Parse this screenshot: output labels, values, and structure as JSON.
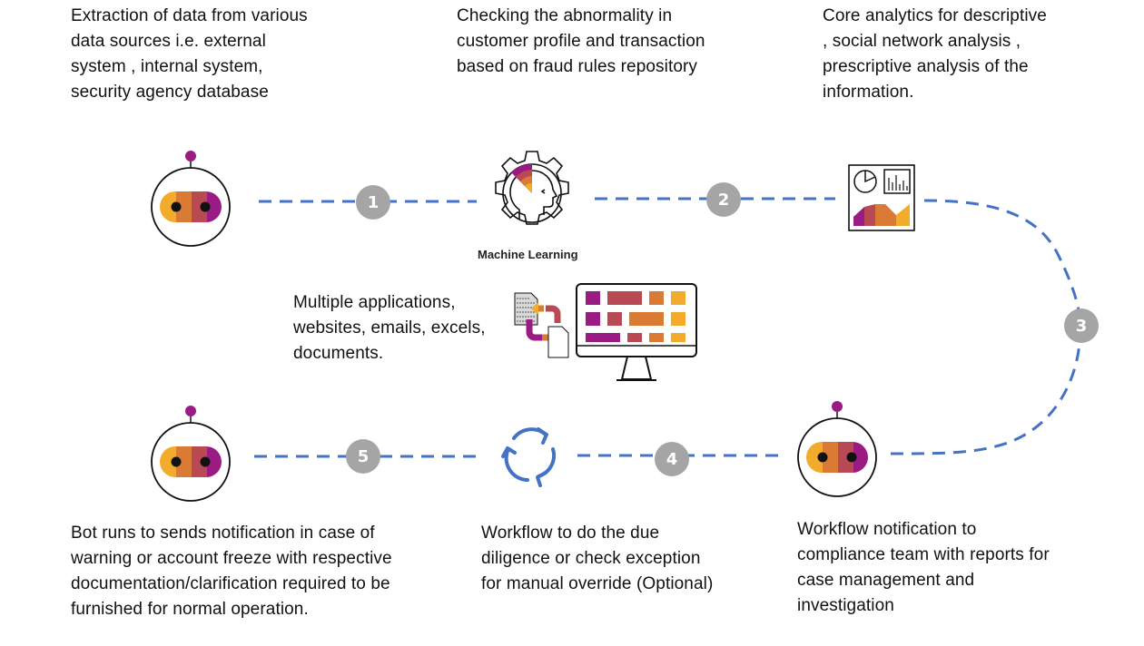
{
  "colors": {
    "connector": "#4472c4",
    "badge": "#a5a5a5",
    "purple": "#9b1b84",
    "crimson": "#b94a53",
    "orange": "#d97a35",
    "yellow": "#f2ab2b"
  },
  "steps": [
    {
      "number": "1",
      "text": "Extraction of data from various\ndata sources i.e. external\nsystem , internal system,\nsecurity agency database",
      "icon": "robot-icon"
    },
    {
      "number": "2",
      "text": "Checking the abnormality in\ncustomer profile and transaction\nbased on fraud rules repository",
      "icon": "machine-learning-icon",
      "icon_label": "Machine Learning"
    },
    {
      "number": "3",
      "text": "Core analytics for descriptive\n, social network analysis ,\nprescriptive analysis of the\ninformation.",
      "icon": "analytics-report-icon"
    },
    {
      "number": "4",
      "text": "Workflow notification to\ncompliance team with reports for\ncase management and\ninvestigation",
      "icon": "robot-icon"
    },
    {
      "number": "5",
      "text": "Workflow to do the due\ndiligence or check exception\nfor manual override (Optional)",
      "icon": "refresh-cycle-icon"
    },
    {
      "text": "Bot runs to sends notification in case of\nwarning or account freeze with respective\ndocumentation/clarification required to be\nfurnished for normal operation.",
      "icon": "robot-icon"
    }
  ],
  "applications": {
    "text": "Multiple applications,\nwebsites, emails, excels,\ndocuments.",
    "icon": "desktop-apps-icon"
  }
}
